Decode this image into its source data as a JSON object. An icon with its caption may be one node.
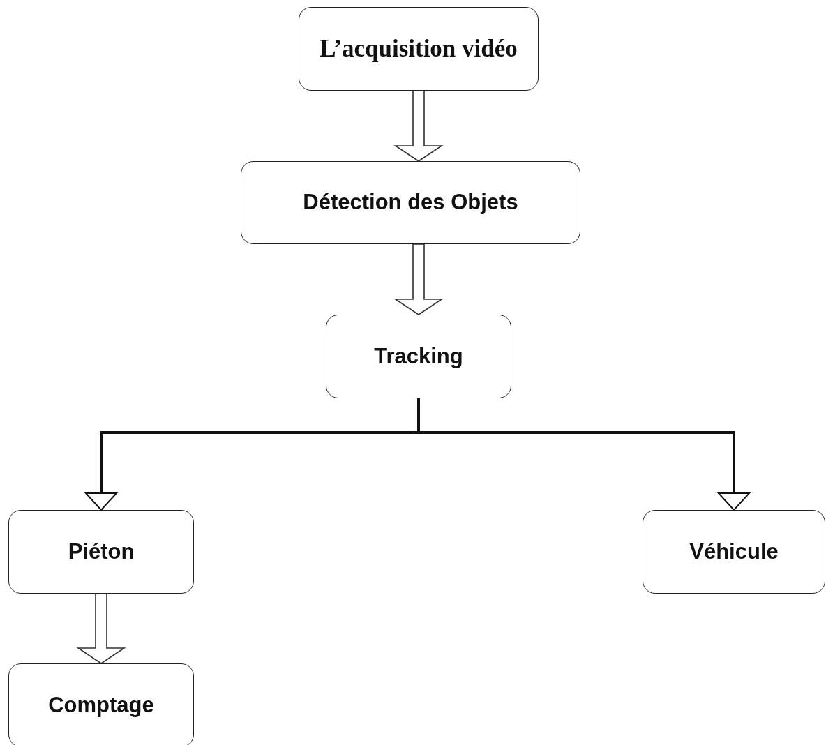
{
  "diagram": {
    "nodes": [
      {
        "text": [
          "L’acquisition vidéo"
        ]
      },
      {
        "text": [
          "Détection des Objets"
        ]
      },
      {
        "text": [
          "Tracking"
        ]
      },
      {
        "text": [
          "Piéton"
        ]
      },
      {
        "text": [
          "Véhicule"
        ]
      },
      {
        "text": [
          "Comptage"
        ]
      }
    ],
    "edges": [
      {
        "from": 0,
        "to": 1,
        "arrow": "to"
      },
      {
        "from": 1,
        "to": 2,
        "arrow": "to"
      },
      {
        "from": 2,
        "to": 3,
        "arrow": "to"
      },
      {
        "from": 2,
        "to": 4,
        "arrow": "to"
      },
      {
        "from": 3,
        "to": 5,
        "arrow": "to"
      }
    ]
  }
}
